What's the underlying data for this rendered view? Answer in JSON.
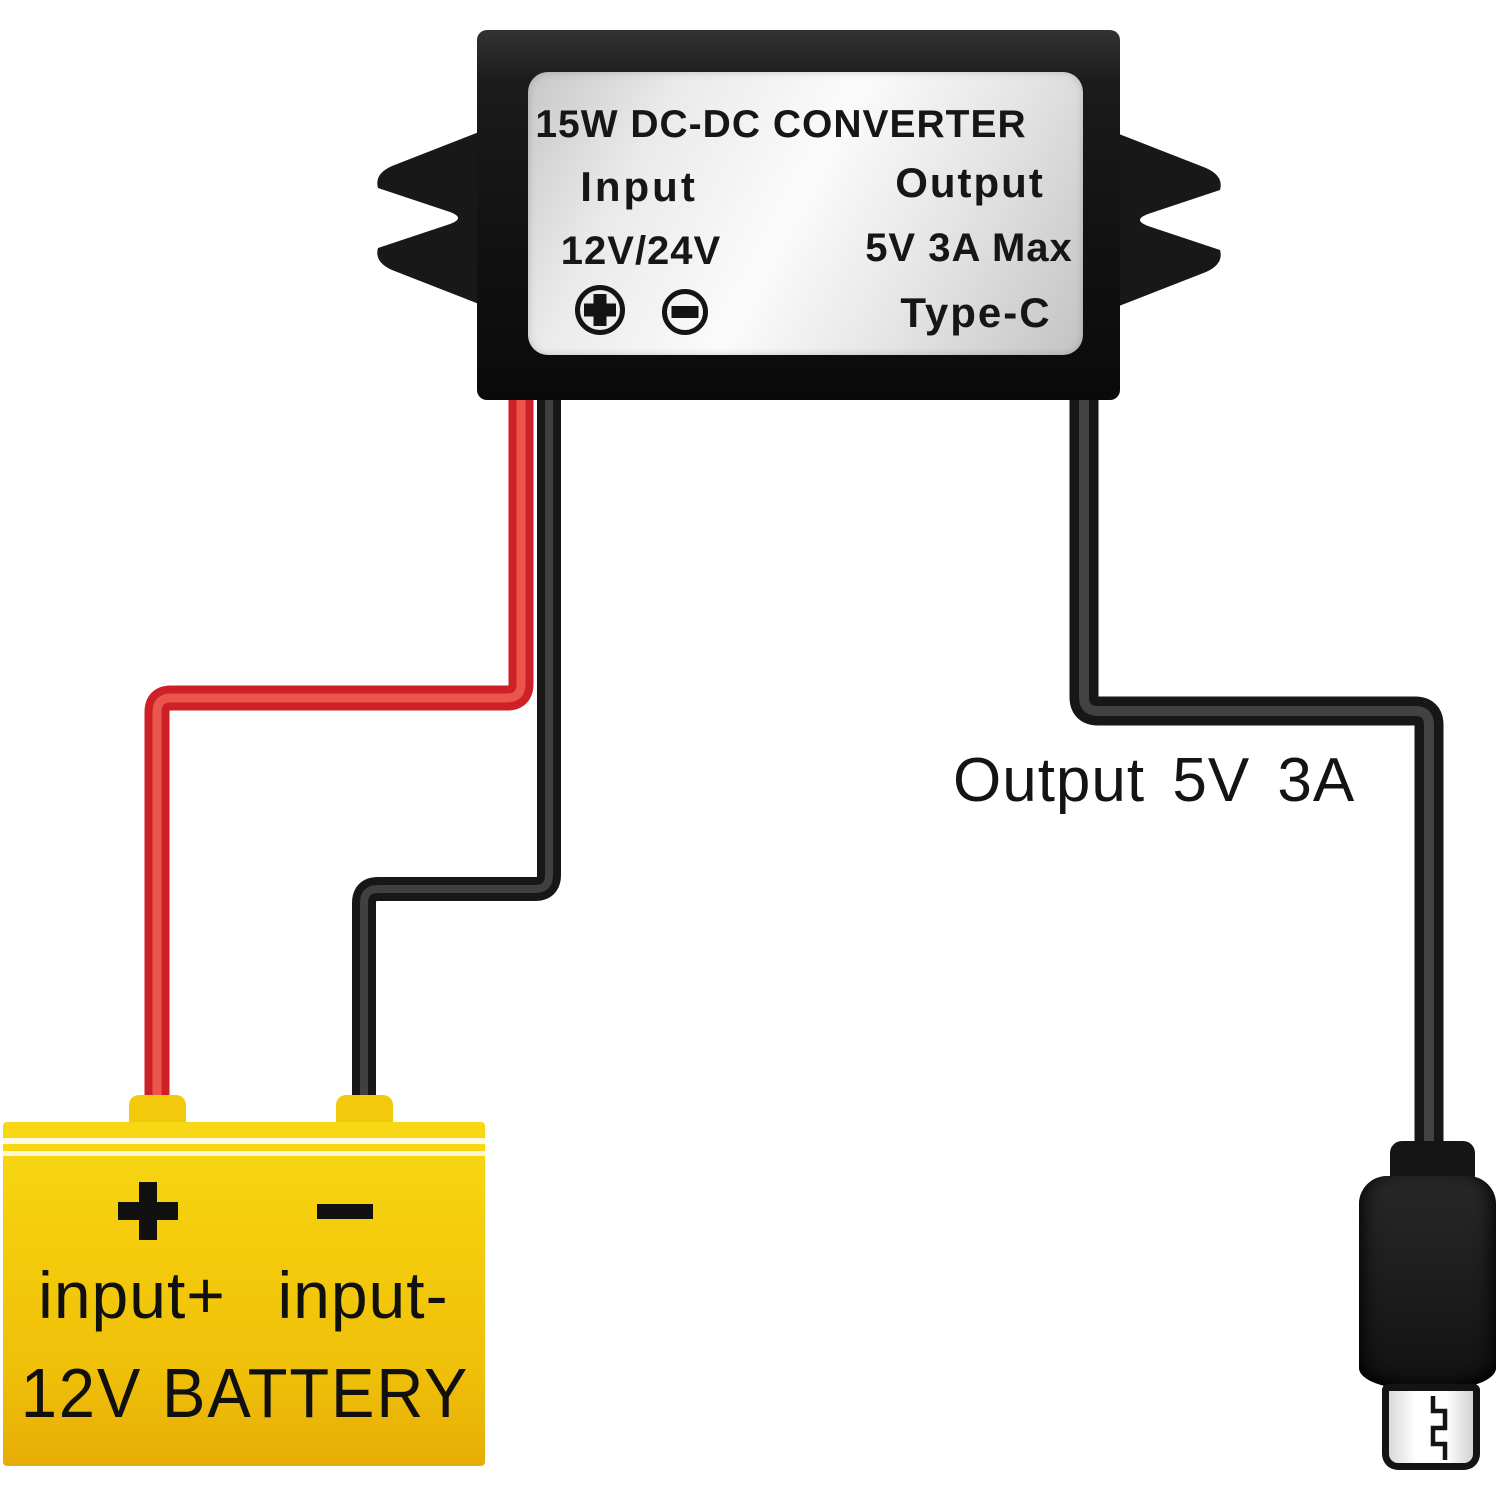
{
  "converter": {
    "title": "15W DC-DC CONVERTER",
    "input": {
      "label": "Input",
      "voltage": "12V/24V",
      "plus_symbol": "+",
      "minus_symbol": "−"
    },
    "output": {
      "label": "Output",
      "rating": "5V 3A Max",
      "connector": "Type-C"
    }
  },
  "output_wire": {
    "label": "Output 5V 3A"
  },
  "battery": {
    "plus_symbol": "+",
    "minus_symbol": "−",
    "positive_label": "input+",
    "negative_label": "input-",
    "name": "12V BATTERY"
  },
  "icons": {
    "plus_screw": "circled plus screw head",
    "minus_screw": "circled minus screw head",
    "usbc_seam": "type-c plug seam zigzag"
  },
  "colors": {
    "wire_positive": "#cd2127",
    "wire_negative": "#171717",
    "battery_yellow": "#f3ca0b",
    "converter_black": "#141414",
    "label_silver": "#ededed"
  }
}
